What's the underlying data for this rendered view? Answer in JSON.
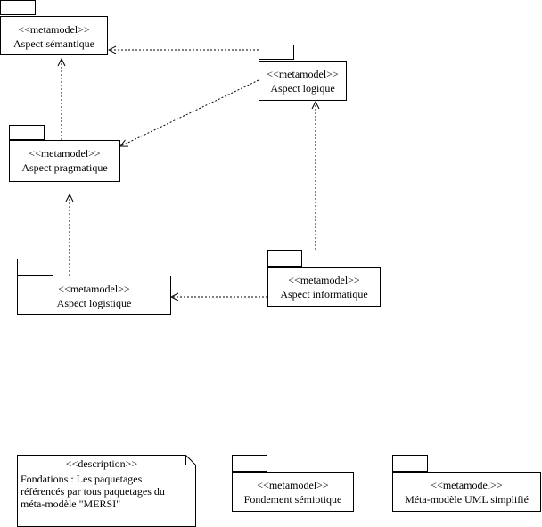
{
  "packages": {
    "semantique": {
      "stereotype": "<<metamodel>>",
      "name": "Aspect sémantique"
    },
    "logique": {
      "stereotype": "<<metamodel>>",
      "name": "Aspect logique"
    },
    "pragmatique": {
      "stereotype": "<<metamodel>>",
      "name": "Aspect pragmatique"
    },
    "logistique": {
      "stereotype": "<<metamodel>>",
      "name": "Aspect logistique"
    },
    "informatique": {
      "stereotype": "<<metamodel>>",
      "name": "Aspect informatique"
    },
    "semiotique": {
      "stereotype": "<<metamodel>>",
      "name": "Fondement sémiotique"
    },
    "uml": {
      "stereotype": "<<metamodel>>",
      "name": "Méta-modèle UML simplifié"
    }
  },
  "note": {
    "stereotype": "<<description>>",
    "lines": [
      "Fondations : Les paquetages",
      "référencés par tous paquetages du",
      "méta-modèle \"MERSI\""
    ]
  },
  "dependencies": [
    {
      "from": "logique",
      "to": "semantique"
    },
    {
      "from": "pragmatique",
      "to": "semantique"
    },
    {
      "from": "logique",
      "to": "pragmatique"
    },
    {
      "from": "logistique",
      "to": "pragmatique"
    },
    {
      "from": "informatique",
      "to": "logique"
    },
    {
      "from": "informatique",
      "to": "logistique"
    }
  ]
}
